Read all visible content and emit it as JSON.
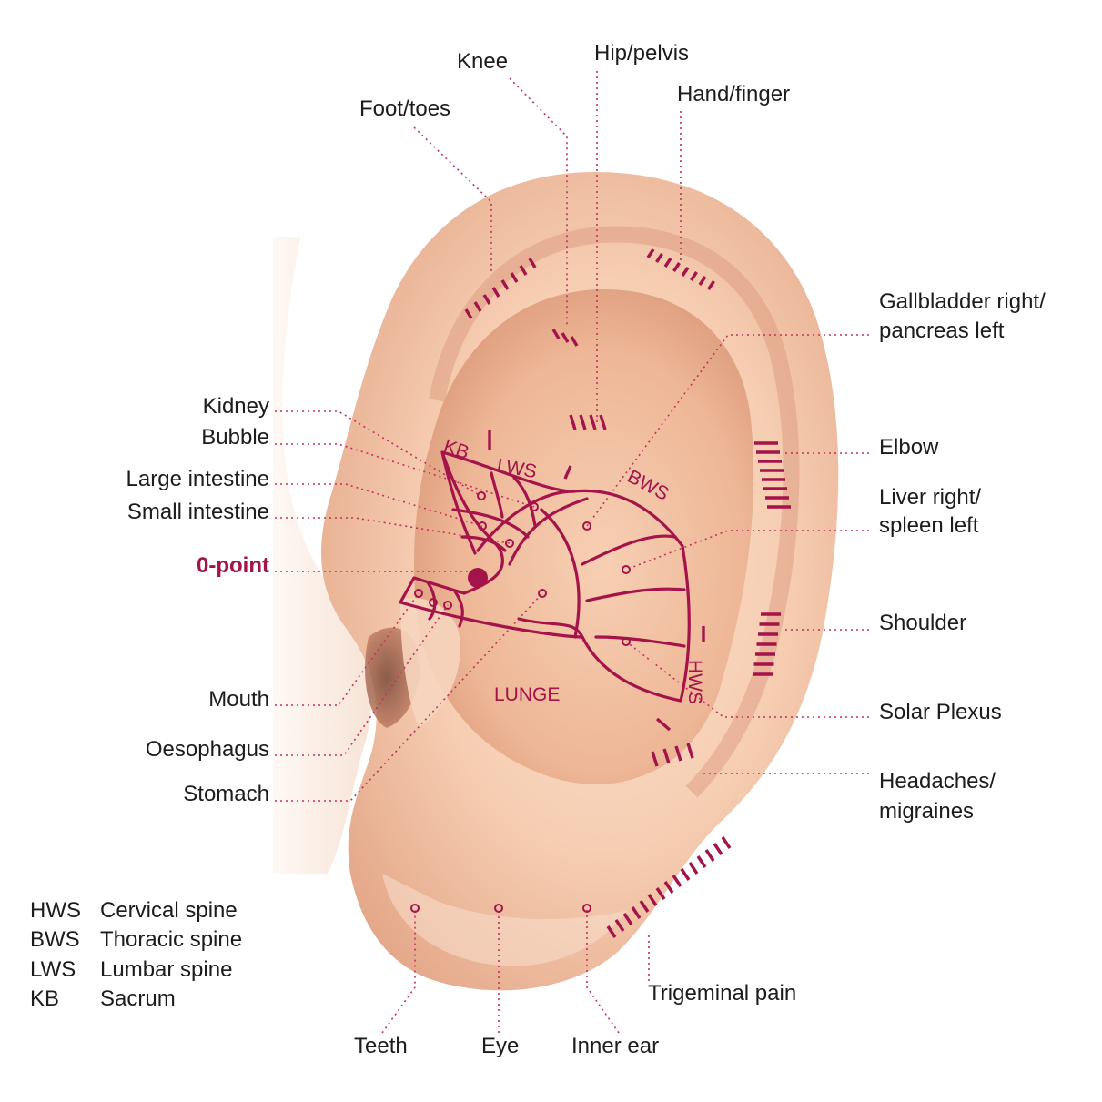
{
  "colors": {
    "accent": "#a4134a",
    "leader": "#c4315d",
    "text": "#1c1c1c",
    "skin_light": "#fbe1cf",
    "skin_mid": "#f4c7a8",
    "skin_dark": "#e2a283",
    "skin_shadow": "#c98468"
  },
  "labels": {
    "foot_toes": "Foot/toes",
    "knee": "Knee",
    "hip_pelvis": "Hip/pelvis",
    "hand_finger": "Hand/finger",
    "gallbladder_line1": "Gallbladder right/",
    "gallbladder_line2": "pancreas left",
    "kidney": "Kidney",
    "bubble": "Bubble",
    "large_intestine": "Large intestine",
    "small_intestine": "Small intestine",
    "zero_point": "0-point",
    "elbow": "Elbow",
    "liver_line1": "Liver right/",
    "liver_line2": "spleen left",
    "shoulder": "Shoulder",
    "solar_plexus": "Solar Plexus",
    "headaches_line1": "Headaches/",
    "headaches_line2": "migraines",
    "mouth": "Mouth",
    "oesophagus": "Oesophagus",
    "stomach": "Stomach",
    "trigeminal": "Trigeminal pain",
    "teeth": "Teeth",
    "eye": "Eye",
    "inner_ear": "Inner ear"
  },
  "zones": {
    "kb": "KB",
    "lws": "LWS",
    "bws": "BWS",
    "hws": "HWS",
    "lunge": "LUNGE"
  },
  "legend": [
    {
      "abbr": "HWS",
      "name": "Cervical spine"
    },
    {
      "abbr": "BWS",
      "name": "Thoracic spine"
    },
    {
      "abbr": "LWS",
      "name": "Lumbar spine"
    },
    {
      "abbr": "KB",
      "name": "Sacrum"
    }
  ]
}
